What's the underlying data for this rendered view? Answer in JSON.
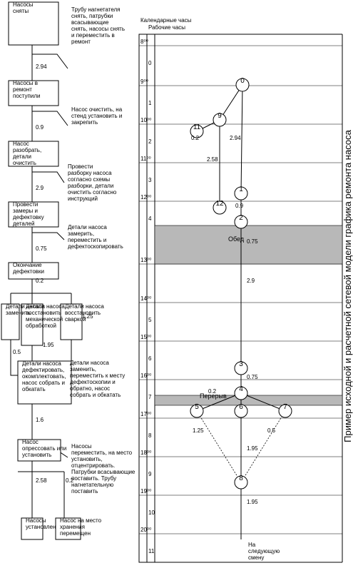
{
  "title": "Пример исходной и расчетной сетевой модели графика ремонта насоса",
  "flowchart": {
    "boxes": [
      {
        "id": "b1",
        "lines": [
          "Насосы",
          "сняты"
        ]
      },
      {
        "id": "b2",
        "lines": [
          "Насосы в",
          "ремонт",
          "поступили"
        ]
      },
      {
        "id": "b3",
        "lines": [
          "Насос",
          "разобрать,",
          "детали",
          "очистить"
        ]
      },
      {
        "id": "b4",
        "lines": [
          "Провести",
          "замеры и",
          "дефектовку",
          "деталей"
        ]
      },
      {
        "id": "b5",
        "lines": [
          "Окончание",
          "дефектовки"
        ]
      },
      {
        "id": "b6",
        "lines": [
          "Детали насоса",
          "восстановить",
          "сваркой"
        ]
      },
      {
        "id": "b7",
        "lines": [
          "Детали насоса",
          "восстановить",
          "механической",
          "обработкой"
        ]
      },
      {
        "id": "b8",
        "lines": [
          "Детали насоса",
          "заменить"
        ]
      },
      {
        "id": "b9",
        "lines": [
          "Детали насоса",
          "дефектировать,",
          "окомплектовать,",
          "насос собрать и",
          "обкатать"
        ]
      },
      {
        "id": "b10",
        "lines": [
          "Насос",
          "опрессовать или",
          "установить"
        ]
      },
      {
        "id": "b11",
        "lines": [
          "Насосы",
          "установлены"
        ]
      },
      {
        "id": "b12",
        "lines": [
          "Насос на место",
          "хранения",
          "перемещен"
        ]
      }
    ],
    "notes": [
      {
        "id": "n1",
        "lines": [
          "Трубу нагнетателя",
          "снять, патрубки",
          "всасывающие",
          "снять, насосы снять",
          "и переместить в",
          "ремонт"
        ]
      },
      {
        "id": "n2",
        "lines": [
          "Насос очистить, на",
          "стенд установить и",
          "закрепить"
        ]
      },
      {
        "id": "n3",
        "lines": [
          "Провести",
          "разборку насоса",
          "согласно схемы",
          "разборки, детали",
          "очистить согласно",
          "инструкций"
        ]
      },
      {
        "id": "n4",
        "lines": [
          "Детали насоса",
          "замерить,",
          "переместить и",
          "дефектоскопировать"
        ]
      },
      {
        "id": "n5",
        "lines": [
          "Детали насоса",
          "заменить,",
          "переместить к месту",
          "дефектоскопии и",
          "обратно, насос",
          "собрать и обкатать"
        ]
      },
      {
        "id": "n6",
        "lines": [
          "Насосы",
          "переместить, на место",
          "установить,",
          "отцентрировать.",
          "Патрубки всасывающие",
          "поставить. Трубу",
          "нагнетательную",
          "поставить"
        ]
      }
    ],
    "durations": [
      "2.94",
      "0.9",
      "2.9",
      "0.75",
      "0.2",
      "1.25",
      "1.95",
      "0.5",
      "1.6",
      "2.58",
      "0.2"
    ]
  },
  "network": {
    "row_labels": [
      "Календарные часы",
      "Рабочие часы"
    ],
    "calendar_hours": [
      "8⁰⁰",
      "9⁰⁰",
      "10⁰⁰",
      "11⁰⁰",
      "12⁰⁰",
      "13⁰⁰",
      "14⁰⁰",
      "15⁰⁰",
      "16⁰⁰",
      "17⁰⁰",
      "18⁰⁰",
      "19⁰⁰",
      "20⁰⁰"
    ],
    "work_hours": [
      "0",
      "1",
      "2",
      "3",
      "4",
      "",
      "5",
      "6",
      "7",
      "8",
      "9",
      "10",
      "11"
    ],
    "breaks": {
      "lunch": "Обед",
      "pause": "Перерыв"
    },
    "nodes": [
      "0",
      "9",
      "11",
      "1",
      "12",
      "2",
      "3",
      "4",
      "6",
      "5",
      "7",
      "8"
    ],
    "arc_labels": [
      "2.94",
      "0.2",
      "2.58",
      "0.9",
      "0.75",
      "2.9",
      "0.75",
      "0.2",
      "1.25",
      "0.5",
      "1.95",
      "1.95"
    ],
    "end_label": [
      "На",
      "следующую",
      "смену"
    ]
  }
}
